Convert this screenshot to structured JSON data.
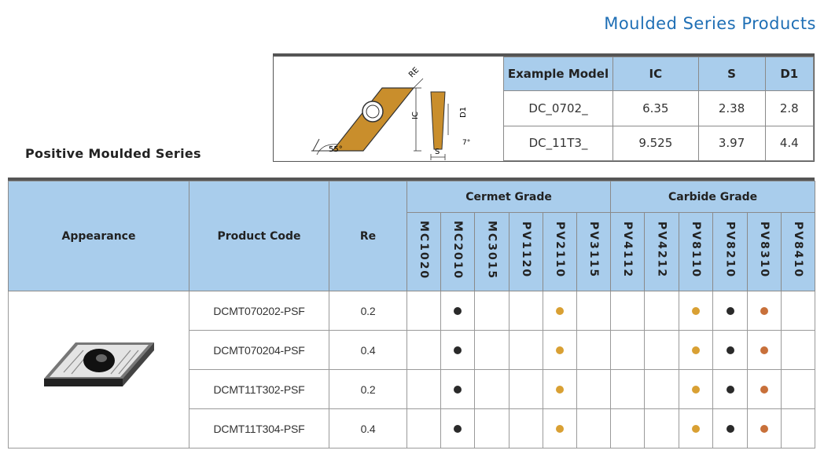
{
  "header": {
    "title": "Moulded Series Products"
  },
  "section": {
    "title": "Positive Moulded Series"
  },
  "diagram": {
    "labels": {
      "re": "RE",
      "ic": "IC",
      "d1": "D1",
      "s": "S",
      "angle_55": "55°",
      "angle_7": "7°"
    }
  },
  "spec_table": {
    "headers": [
      "Example Model",
      "IC",
      "S",
      "D1"
    ],
    "rows": [
      [
        "DC_0702_",
        "6.35",
        "2.38",
        "2.8"
      ],
      [
        "DC_11T3_",
        "9.525",
        "3.97",
        "4.4"
      ]
    ]
  },
  "main_table": {
    "headers": {
      "appearance": "Appearance",
      "product_code": "Product Code",
      "re": "Re",
      "cermet_group": "Cermet Grade",
      "carbide_group": "Carbide Grade"
    },
    "cermet_grades": [
      "MC1020",
      "MC2010",
      "MC3015",
      "PV1120",
      "PV2110",
      "PV3115"
    ],
    "carbide_grades": [
      "PV4112",
      "PV4212",
      "PV8110",
      "PV8210",
      "PV8310",
      "PV8410"
    ],
    "rows": [
      {
        "code": "DCMT070202-PSF",
        "re": "0.2",
        "marks": [
          "",
          "black",
          "",
          "",
          "gold",
          "",
          "",
          "",
          "gold",
          "black",
          "copper",
          ""
        ]
      },
      {
        "code": "DCMT070204-PSF",
        "re": "0.4",
        "marks": [
          "",
          "black",
          "",
          "",
          "gold",
          "",
          "",
          "",
          "gold",
          "black",
          "copper",
          ""
        ]
      },
      {
        "code": "DCMT11T302-PSF",
        "re": "0.2",
        "marks": [
          "",
          "black",
          "",
          "",
          "gold",
          "",
          "",
          "",
          "gold",
          "black",
          "copper",
          ""
        ]
      },
      {
        "code": "DCMT11T304-PSF",
        "re": "0.4",
        "marks": [
          "",
          "black",
          "",
          "",
          "gold",
          "",
          "",
          "",
          "gold",
          "black",
          "copper",
          ""
        ]
      }
    ]
  },
  "colors": {
    "accent": "#1f6fb5",
    "header_bg": "#a9cdec",
    "black_mark": "#2a2a2a",
    "gold_mark": "#d9a033",
    "copper_mark": "#c8703a"
  }
}
